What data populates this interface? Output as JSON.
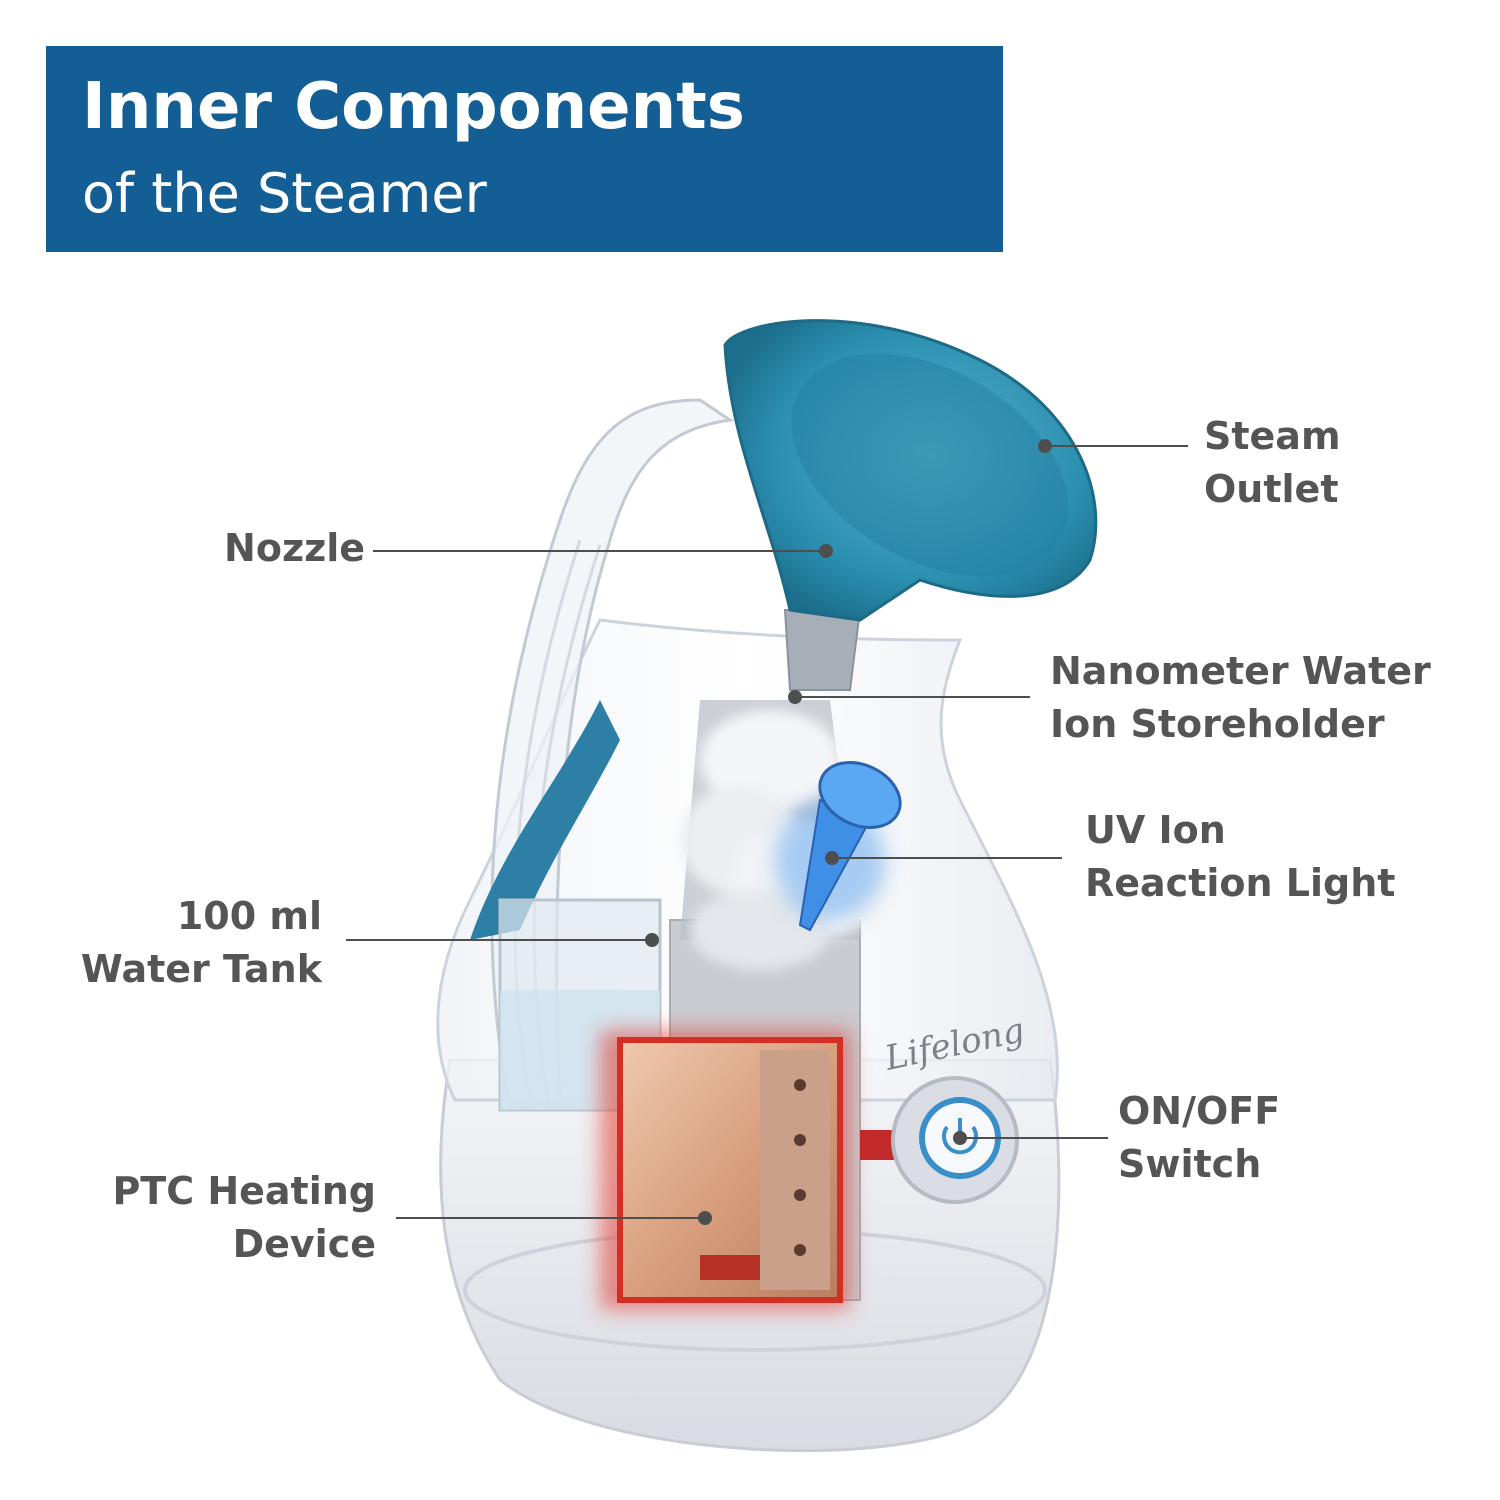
{
  "header": {
    "title": "Inner Components",
    "subtitle": "of the Steamer"
  },
  "brand": {
    "logo_text": "Lifelong"
  },
  "labels": {
    "steam_outlet": [
      "Steam",
      "Outlet"
    ],
    "nozzle": [
      "Nozzle"
    ],
    "nanometer_water": [
      "Nanometer Water",
      "Ion Storeholder"
    ],
    "uv_ion": [
      "UV Ion",
      "Reaction Light"
    ],
    "water_tank": [
      "100 ml",
      "Water Tank"
    ],
    "on_off_switch": [
      "ON/OFF",
      "Switch"
    ],
    "ptc_heating": [
      "PTC Heating",
      "Device"
    ]
  },
  "colors": {
    "banner": "#135f95",
    "label_text": "#555555",
    "funnel_blue": "#2b8fb0",
    "heater_glow": "#e5342b",
    "uv_blue": "#2a7fe0"
  }
}
